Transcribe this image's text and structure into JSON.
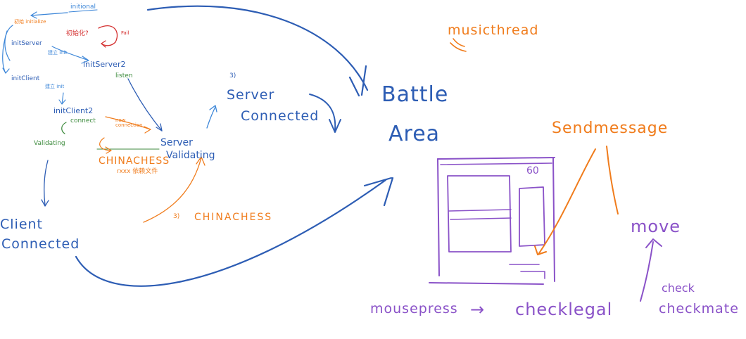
{
  "colors": {
    "blue": "#2d5db4",
    "orange": "#f07c1c",
    "purple": "#8a52c8",
    "green": "#3c8a3c",
    "red": "#d43030",
    "lightblue": "#3c86d8"
  },
  "flow": {
    "initial": "initional",
    "init_initialize": "初始 initialize",
    "fail_question": "初始化?",
    "fail": "Fail",
    "init_server": "initServer",
    "init_server_note": "建立 init",
    "init_server2": "initServer2",
    "listen": "listen",
    "init_client": "initClient",
    "init_client_note": "建立 init",
    "init_client2": "initClient2",
    "connect": "connect",
    "new_connection": "new connection",
    "validating_left": "Validating",
    "server": "Server",
    "validating_right": "Validating",
    "chinachess_top": "CHINACHESS",
    "file_note": "rxxx 依赖文件",
    "step_three_num": "3)",
    "server_connected_line1": "Server",
    "server_connected_line2": "Connected",
    "client_connected_line1": "Client",
    "client_connected_line2": "Connected",
    "chinachess_bottom_prefix": "3)",
    "chinachess_bottom": "CHINACHESS"
  },
  "battle": {
    "music_thread": "musicthread",
    "title_line1": "Battle",
    "title_line2": "Area",
    "timer": "60",
    "send_message": "Sendmessage",
    "move": "move",
    "check": "check",
    "checkmate": "checkmate",
    "mousepress": "mousepress",
    "arrow": "→",
    "checklegal": "checklegal"
  }
}
